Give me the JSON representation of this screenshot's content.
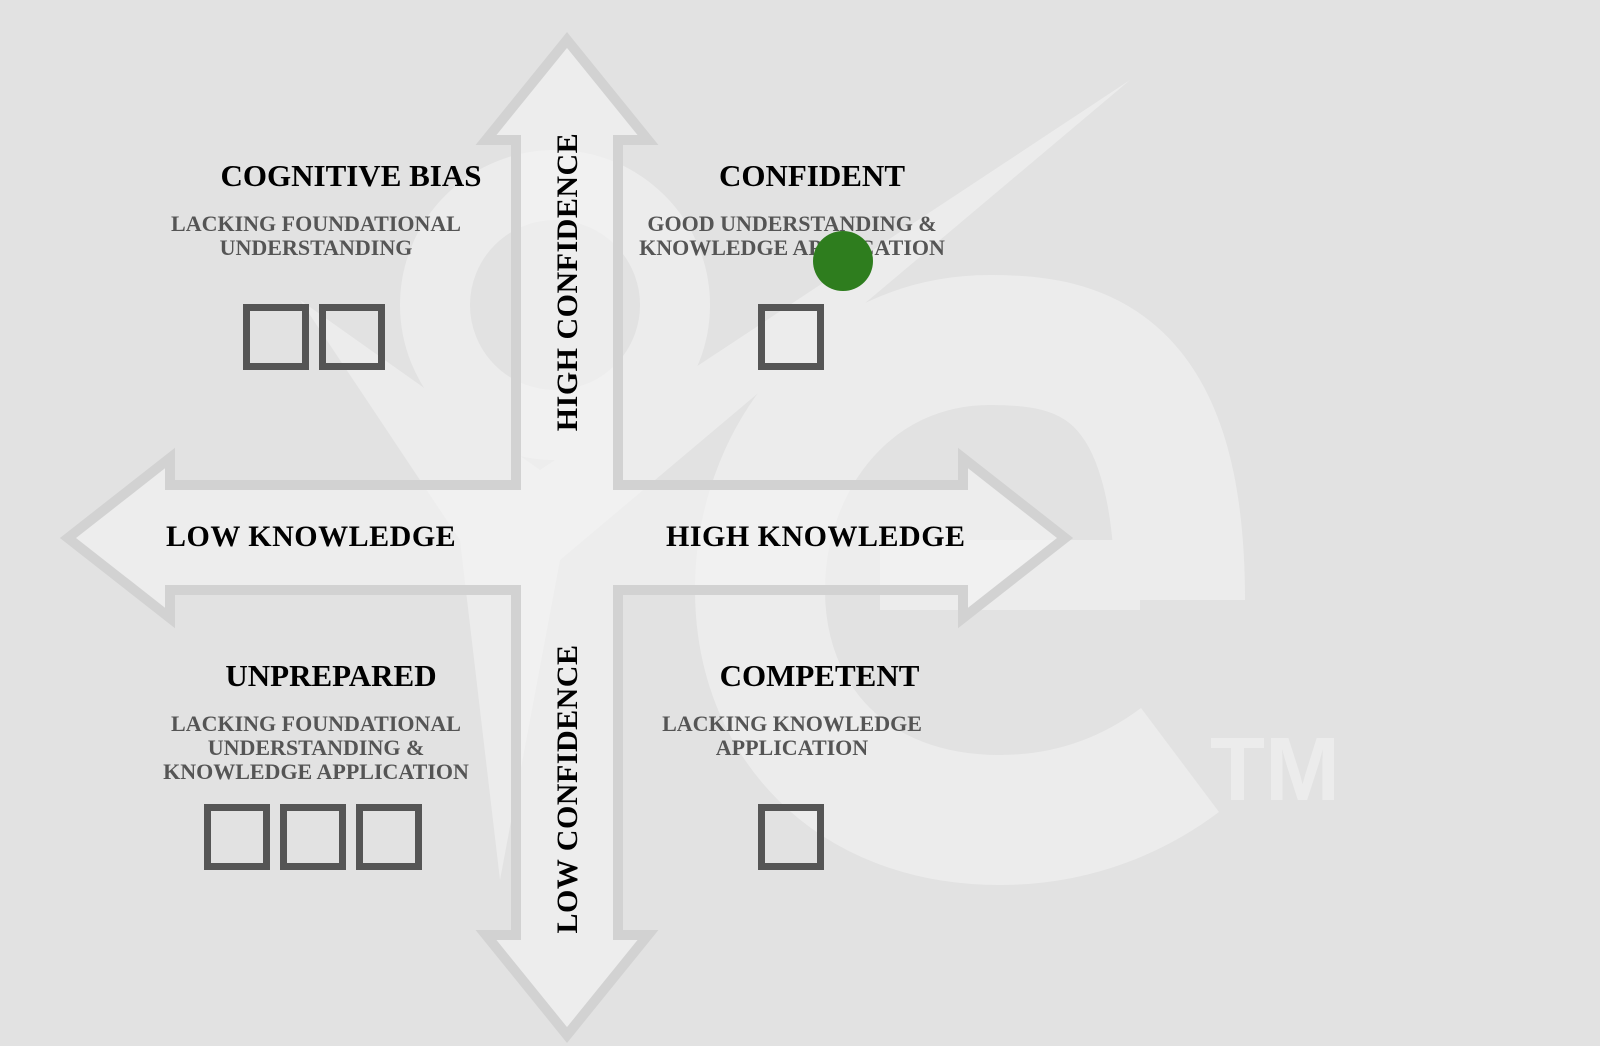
{
  "colors": {
    "background": "#e2e2e2",
    "arrow_fill": "#eeeeee",
    "arrow_stroke": "#d2d2d2",
    "watermark": "#ececec",
    "checkbox_border": "#555555",
    "subtitle_text": "#555555",
    "marker": "#2e7d1e"
  },
  "axes": {
    "top": "HIGH CONFIDENCE",
    "bottom": "LOW CONFIDENCE",
    "left": "LOW KNOWLEDGE",
    "right": "HIGH KNOWLEDGE"
  },
  "quadrants": {
    "top_left": {
      "title": "COGNITIVE BIAS",
      "subtitle": "LACKING FOUNDATIONAL\nUNDERSTANDING",
      "checkbox_count": 2
    },
    "top_right": {
      "title": "CONFIDENT",
      "subtitle": "GOOD UNDERSTANDING &\nKNOWLEDGE APPLICATION",
      "checkbox_count": 1
    },
    "bottom_left": {
      "title": "UNPREPARED",
      "subtitle": "LACKING FOUNDATIONAL\nUNDERSTANDING &\nKNOWLEDGE APPLICATION",
      "checkbox_count": 3
    },
    "bottom_right": {
      "title": "COMPETENT",
      "subtitle": "LACKING KNOWLEDGE\nAPPLICATION",
      "checkbox_count": 1
    }
  },
  "watermark": {
    "trademark": "TM",
    "letter": "e"
  },
  "marker": {
    "icon": "green-dot-icon",
    "quadrant": "top_right"
  }
}
